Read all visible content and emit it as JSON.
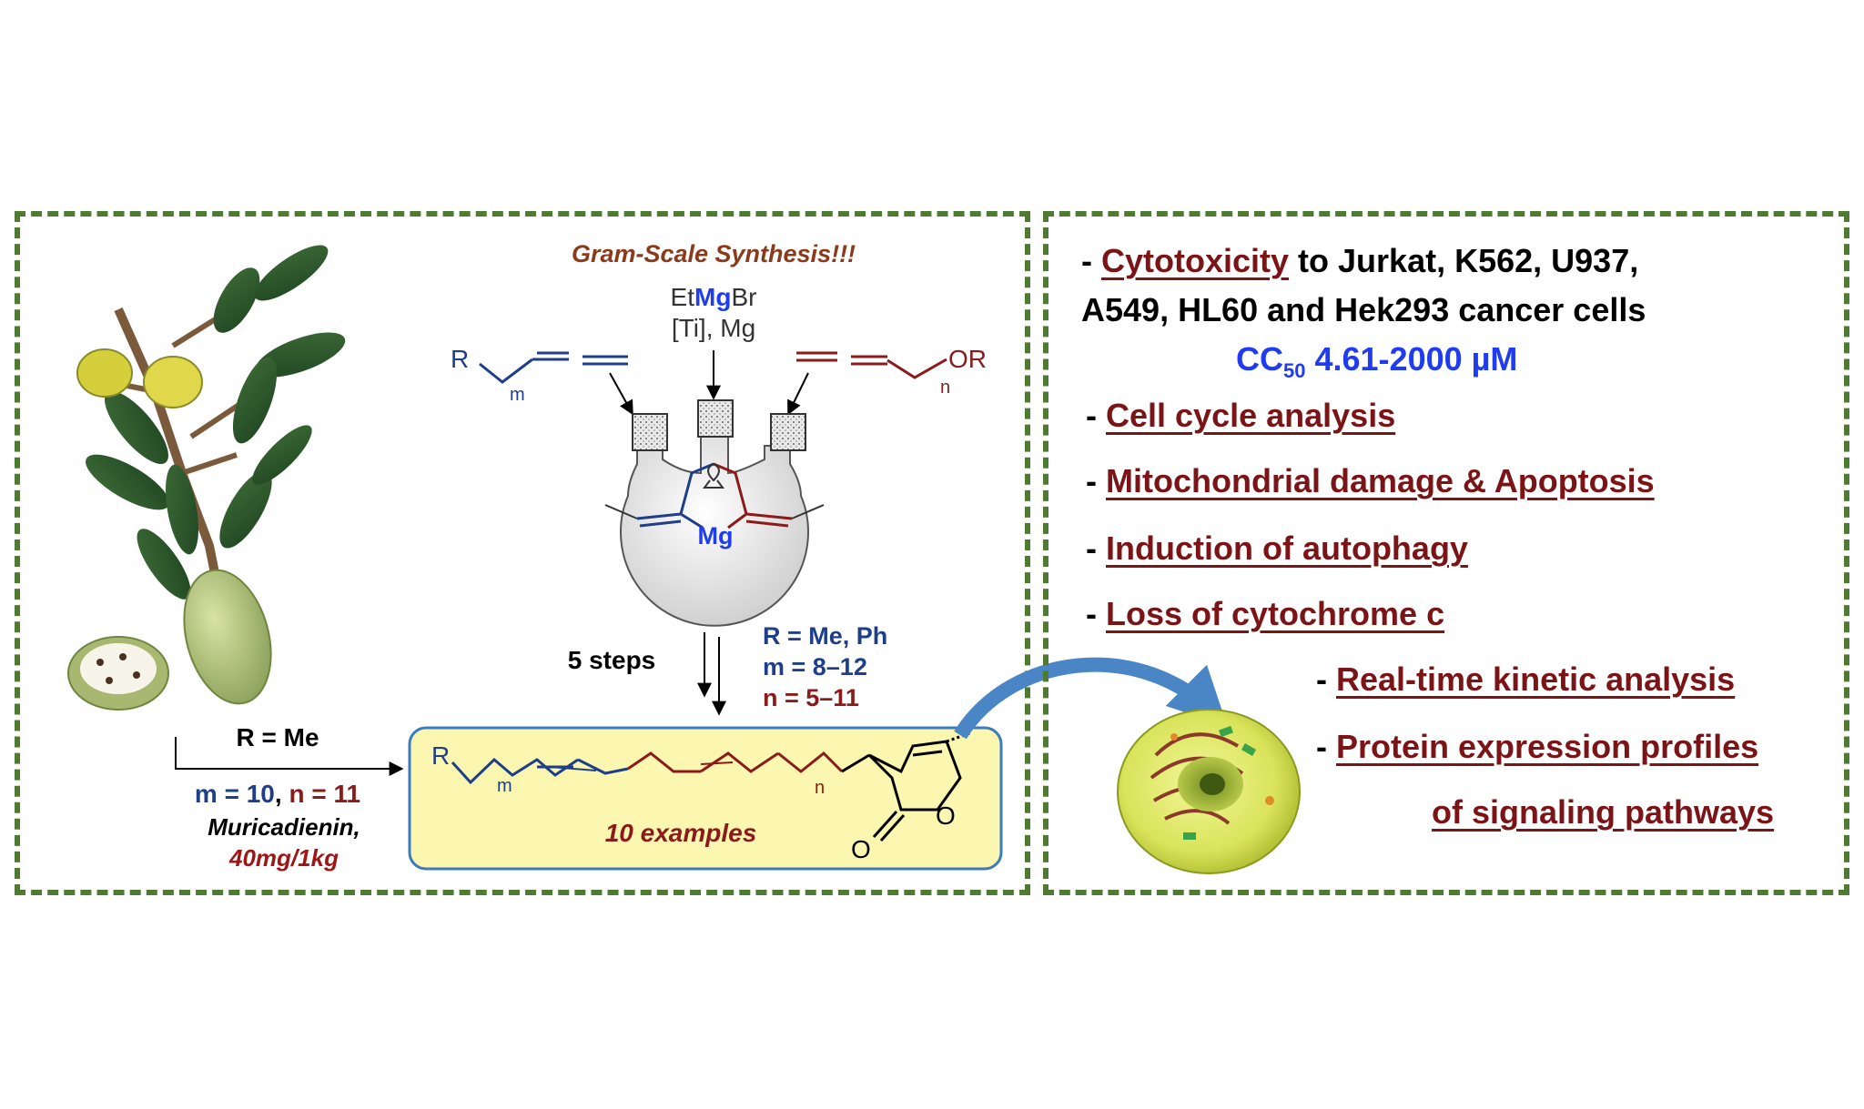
{
  "left": {
    "headline": "Gram-Scale Synthesis!!!",
    "reagent_pre": "Et",
    "reagent_mg": "Mg",
    "reagent_post": "Br",
    "reagent_line2": "[Ti], Mg",
    "left_R": "R",
    "left_m": "m",
    "right_OR": "OR",
    "right_n": "n",
    "flask_mg": "Mg",
    "steps": "5 steps",
    "cond_R": "R = Me, Ph",
    "cond_m": "m = 8–12",
    "cond_n": "n  = 5–11",
    "route_R": "R = Me",
    "route_m": "m = 10",
    "route_comma": ", ",
    "route_n": "n = 11",
    "natural_name": "Muricadienin,",
    "natural_yield": "40mg/1kg",
    "product_R": "R",
    "product_m": "m",
    "product_n": "n",
    "product_O": "O",
    "product_O2": "O",
    "examples": "10 examples"
  },
  "right": {
    "line1_dash": "- ",
    "line1_link": "Cytotoxicity",
    "line1_rest": " to Jurkat, K562, U937,",
    "line2": "A549, HL60 and Hek293 cancer cells",
    "cc_label": "CC",
    "cc_sub": "50",
    "cc_range": " 4.61-2000 µM",
    "items": [
      "Cell cycle analysis",
      "Mitochondrial  damage & Apoptosis",
      "Induction  of autophagy",
      "Loss of cytochrome c",
      "Real-time kinetic analysis",
      "Protein  expression  profiles",
      "of signaling pathways"
    ],
    "dash": "- "
  },
  "colors": {
    "border": "#4f7a32",
    "blue_chain": "#1f3e8a",
    "red_chain": "#8b1a1a",
    "highlight_blue": "#1f3cf0",
    "product_box_fill": "#fbf7b0",
    "product_box_stroke": "#3b7bbf",
    "arrow_blue": "#4a86c5"
  }
}
